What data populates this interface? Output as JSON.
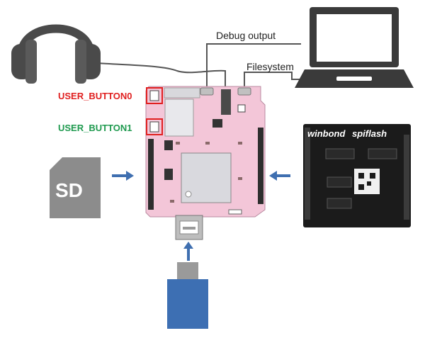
{
  "labels": {
    "debug_output": "Debug output",
    "filesystem": "Filesystem",
    "user_button0": "USER_BUTTON0",
    "user_button1": "USER_BUTTON1",
    "sd": "SD"
  },
  "flash_board": {
    "logo_left": "winbond",
    "logo_right": "spiflash"
  },
  "colors": {
    "board_pink": "#f3c6d8",
    "board_outline": "#b98aa0",
    "arrow_blue": "#3f6fb0",
    "usb_stick_blue": "#3d6fb3",
    "button0_red": "#e02020",
    "button1_green": "#1f9a4f",
    "laptop_dark": "#3a3a3a",
    "sd_gray": "#8c8c8c",
    "headphone_dark": "#4a4a4a",
    "cable_gray": "#555555"
  }
}
